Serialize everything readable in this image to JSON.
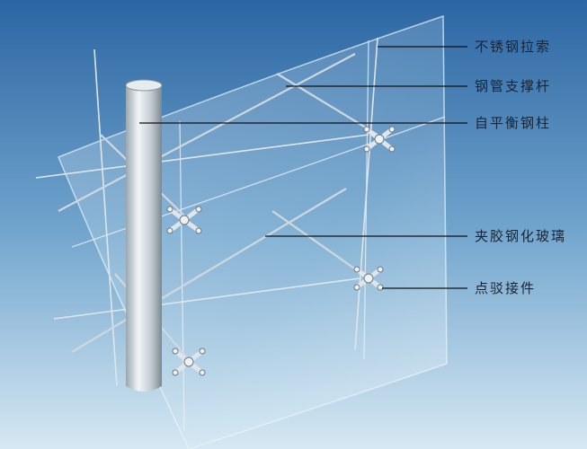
{
  "labels": {
    "stainless_cable": "不锈钢拉索",
    "steel_strut": "钢管支撑杆",
    "steel_column": "自平衡钢柱",
    "laminated_glass": "夹胶钢化玻璃",
    "spider_fitting": "点驳接件"
  },
  "colors": {
    "bg_top": "#2f6aa6",
    "bg_bottom": "#cfe3f0",
    "leader": "#111111"
  }
}
